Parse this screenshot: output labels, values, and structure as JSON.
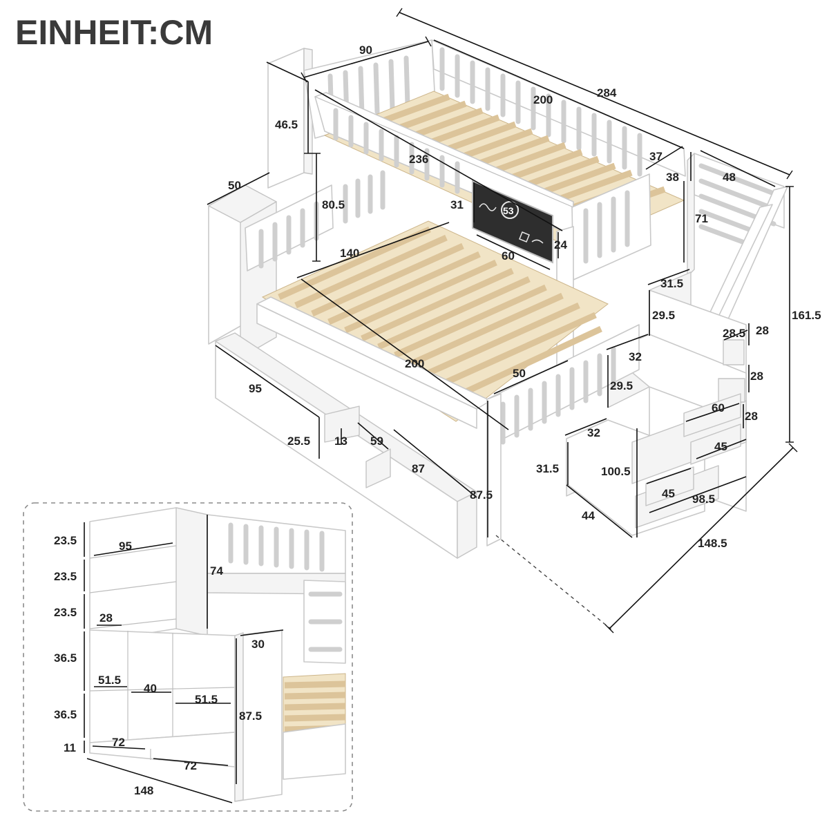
{
  "title": "EINHEIT:CM",
  "main_dimensions": {
    "top_width": "90",
    "total_length": "284",
    "top_bed_length": "200",
    "top_rail_height": "46.5",
    "side_length": "236",
    "upper_gap": "80.5",
    "step_top_depth": "50",
    "ladder_gap_width": "37",
    "ladder_rail_height": "38",
    "ladder_height": "71",
    "stair_top_width": "48",
    "total_height": "161.5",
    "board_height": "31",
    "board_lower": "24",
    "board_width": "60",
    "lower_width": "140",
    "stair_step_depth": "31.5",
    "stair_step_height_1": "29.5",
    "drawer_width_top": "28.5",
    "drawer_height_1": "28",
    "stair_step_width_2": "32",
    "stair_step_height_2": "29.5",
    "drawer_height_2": "28",
    "lower_bed_length": "200",
    "guard_length": "50",
    "drawer_inner": "60",
    "drawer_height_3": "28",
    "stair_step_width_3": "32",
    "trundle_width": "95",
    "drawer_front_height": "25.5",
    "handle_height": "13",
    "handle_width": "59",
    "trundle_length": "87",
    "stair_drawer_inner": "45",
    "stair_bottom_height": "31.5",
    "stair_base_height": "100.5",
    "post_height": "87.5",
    "stair_drawer_bottom": "45",
    "stair_length": "98.5",
    "stair_depth": "44",
    "total_width": "148.5"
  },
  "inset_dimensions": {
    "shelf_1": "23.5",
    "shelf_width": "95",
    "shelf_2": "23.5",
    "side_height": "74",
    "shelf_3": "23.5",
    "shelf_inner": "28",
    "side_depth": "30",
    "cube_height_1": "36.5",
    "cube_w_1": "51.5",
    "cube_w_2": "40",
    "cube_w_3": "51.5",
    "cube_height_2": "36.5",
    "inset_post": "87.5",
    "base_height": "11",
    "base_w_1": "72",
    "base_w_2": "72",
    "total_depth": "148"
  }
}
